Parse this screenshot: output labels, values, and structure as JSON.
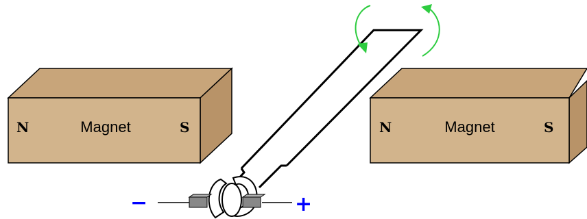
{
  "magnet_left": {
    "north": "N",
    "label": "Magnet",
    "south": "S"
  },
  "magnet_right": {
    "north": "N",
    "label": "Magnet",
    "south": "S"
  },
  "terminals": {
    "negative": "−",
    "positive": "+"
  },
  "colors": {
    "magnet_face": "#d2b48c",
    "magnet_top": "#c8a57a",
    "magnet_side": "#b89368",
    "rotation_arrow": "#2ecc40",
    "terminal_sign": "#0000ff",
    "brush": "#888888"
  }
}
